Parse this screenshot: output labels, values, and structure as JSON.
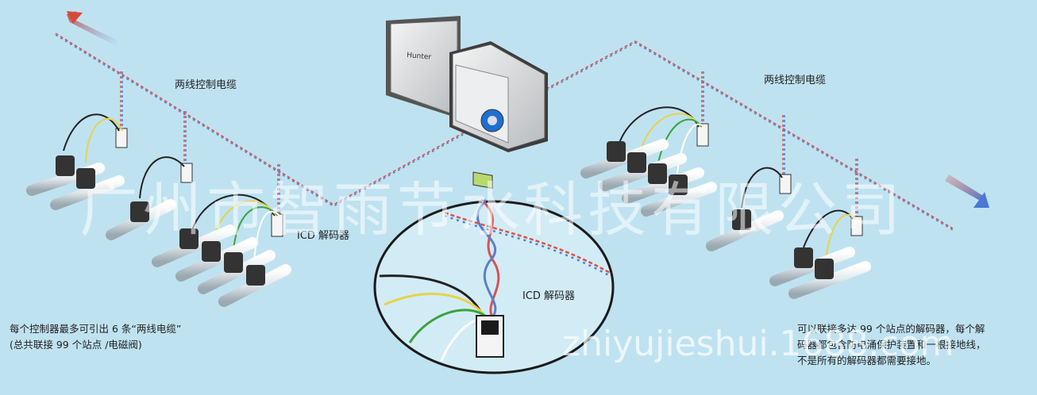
{
  "labels": {
    "cable_left": "两线控制电缆",
    "cable_right": "两线控制电缆",
    "decoder_left": "ICD 解码器",
    "decoder_zoom": "ICD 解码器"
  },
  "notes": {
    "left_line1": "每个控制器最多可引出 6 条“两线电缆”",
    "left_line2": "(总共联接 99 个站点 /电磁阀)",
    "right_line1": "可以联接多达 99 个站点的解码器，每个解",
    "right_line2": "码器都包含防电涌保护装置和一根接地线，",
    "right_line3": "不是所有的解码器都需要接地。"
  },
  "controller": {
    "brand": "Hunter"
  },
  "watermark": {
    "chinese": "广州市智雨节水科技有限公司",
    "english": "zhiyujieshui.1688.com"
  },
  "colors": {
    "background": "#bfe2f1",
    "wire_red": "#d9534f",
    "wire_blue": "#5b7fc7",
    "pipe": "#e8eef2",
    "valve": "#333333"
  }
}
